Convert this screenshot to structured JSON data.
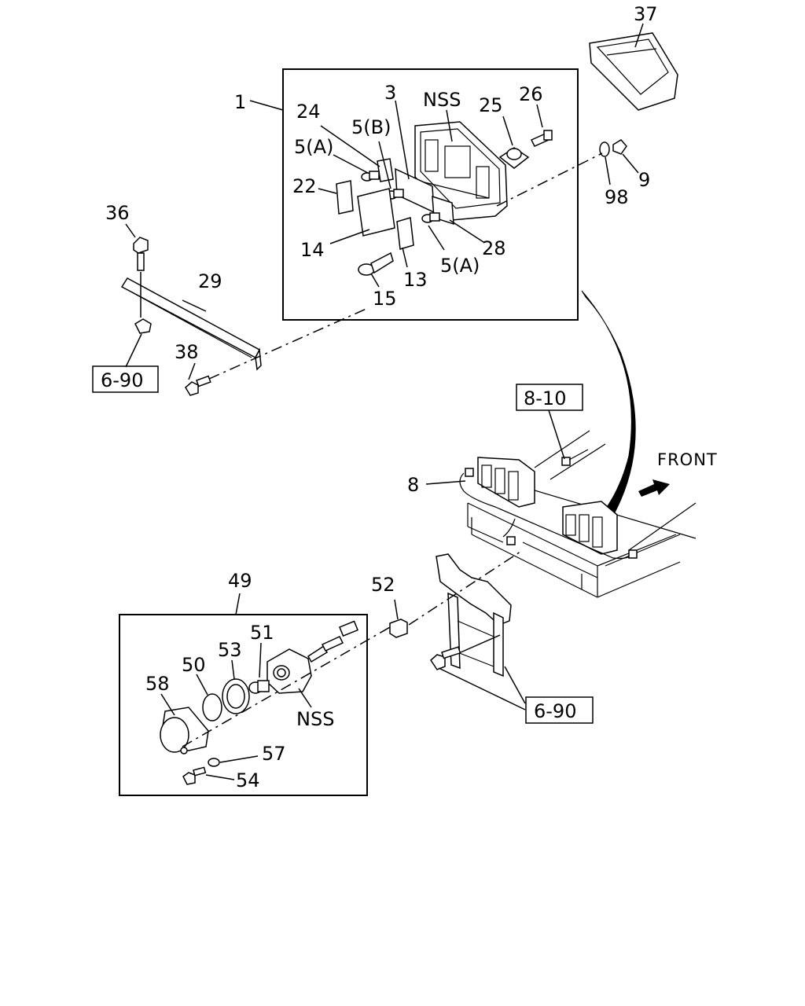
{
  "callouts": {
    "p1": "1",
    "p3": "3",
    "p5b": "5(B)",
    "p5a_top": "5(A)",
    "p5a_bot": "5(A)",
    "p8": "8",
    "p9": "9",
    "p13": "13",
    "p14": "14",
    "p15": "15",
    "p22": "22",
    "p24": "24",
    "p25": "25",
    "p26": "26",
    "p28": "28",
    "p29": "29",
    "p36": "36",
    "p37": "37",
    "p38": "38",
    "p49": "49",
    "p50": "50",
    "p51": "51",
    "p52": "52",
    "p53": "53",
    "p54": "54",
    "p57": "57",
    "p58": "58",
    "p98": "98",
    "nss_top": "NSS",
    "nss_bottom": "NSS"
  },
  "references": {
    "ref_6_90_left": "6-90",
    "ref_8_10": "8-10",
    "ref_6_90_right": "6-90"
  },
  "direction": {
    "front": "FRONT"
  }
}
